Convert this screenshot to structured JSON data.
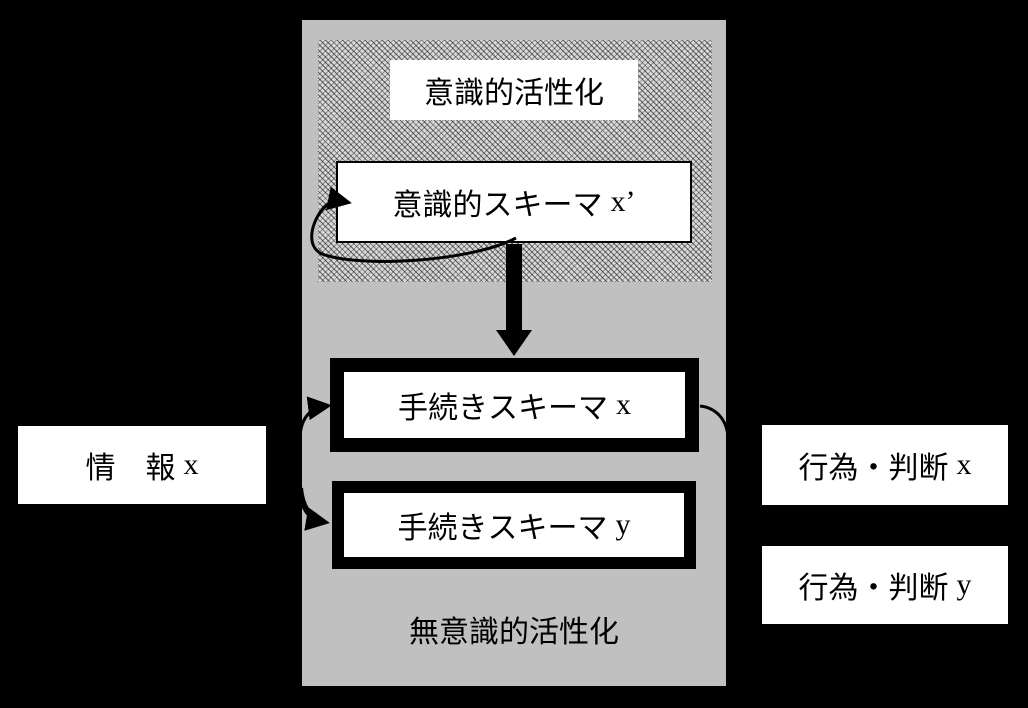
{
  "conscious_zone": {
    "title": "意識的活性化",
    "schema_label": "意識的スキーマ",
    "schema_var": "x’"
  },
  "unconscious_zone": {
    "label": "無意識的活性化",
    "procedure_schemas": [
      {
        "label": "手続きスキーマ",
        "var": "x"
      },
      {
        "label": "手続きスキーマ",
        "var": "y"
      }
    ]
  },
  "input": {
    "label": "情　報",
    "var": "x"
  },
  "outputs": [
    {
      "label": "行為・判断",
      "var": "x"
    },
    {
      "label": "行為・判断",
      "var": "y"
    }
  ],
  "colors": {
    "background": "#000000",
    "unconscious_panel": "#c0c0c0",
    "box_fill": "#ffffff",
    "stroke": "#000000"
  }
}
